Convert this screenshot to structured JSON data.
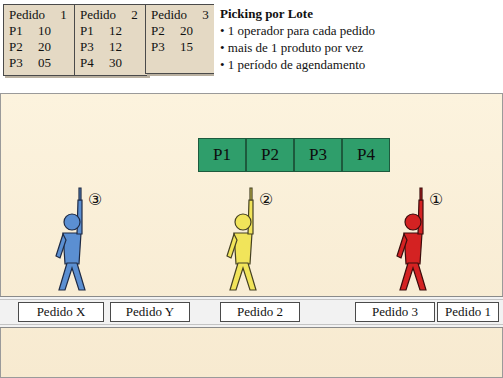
{
  "diagram": {
    "nodes": [
      {
        "text": [
          "Pedido 1",
          "P1 10",
          "P2 20",
          "P3 05"
        ]
      },
      {
        "text": [
          "Pedido 2",
          "P1 12",
          "P3 12",
          "P4 30"
        ]
      },
      {
        "text": [
          "Pedido 3",
          "P2 20",
          "P3 15"
        ]
      },
      {
        "text": [
          "Picking por Lote",
          "• 1 operador para cada pedido",
          "• mais de 1 produto por vez",
          "• 1 período de agendamento"
        ]
      },
      {
        "text": [
          "P1"
        ]
      },
      {
        "text": [
          "P2"
        ]
      },
      {
        "text": [
          "P3"
        ]
      },
      {
        "text": [
          "P4"
        ]
      },
      {
        "text": [
          "Pedido X"
        ]
      },
      {
        "text": [
          "Pedido Y"
        ]
      },
      {
        "text": [
          "Pedido 2"
        ]
      },
      {
        "text": [
          "Pedido 3"
        ]
      },
      {
        "text": [
          "Pedido 1"
        ]
      }
    ],
    "labels": [
      "③",
      "②",
      "①"
    ]
  }
}
